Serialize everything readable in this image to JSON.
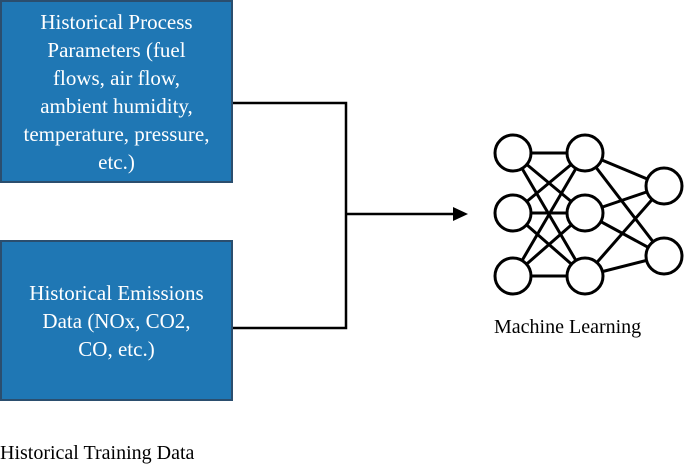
{
  "boxes": {
    "params": {
      "lines": [
        "Historical Process",
        "Parameters (fuel",
        "flows, air flow,",
        "ambient humidity,",
        "temperature, pressure,",
        "etc.)"
      ]
    },
    "emissions": {
      "lines": [
        "Historical Emissions",
        "Data (NOx, CO2,",
        "CO, etc.)"
      ]
    }
  },
  "captions": {
    "training": "Historical Training Data",
    "ml": "Machine Learning"
  },
  "network": {
    "layers": [
      3,
      3,
      2
    ],
    "icon": "neural-network-icon"
  },
  "colors": {
    "box_fill": "#1f77b4",
    "box_border": "#2b4e6e",
    "box_text": "#ffffff",
    "lines": "#000000"
  }
}
